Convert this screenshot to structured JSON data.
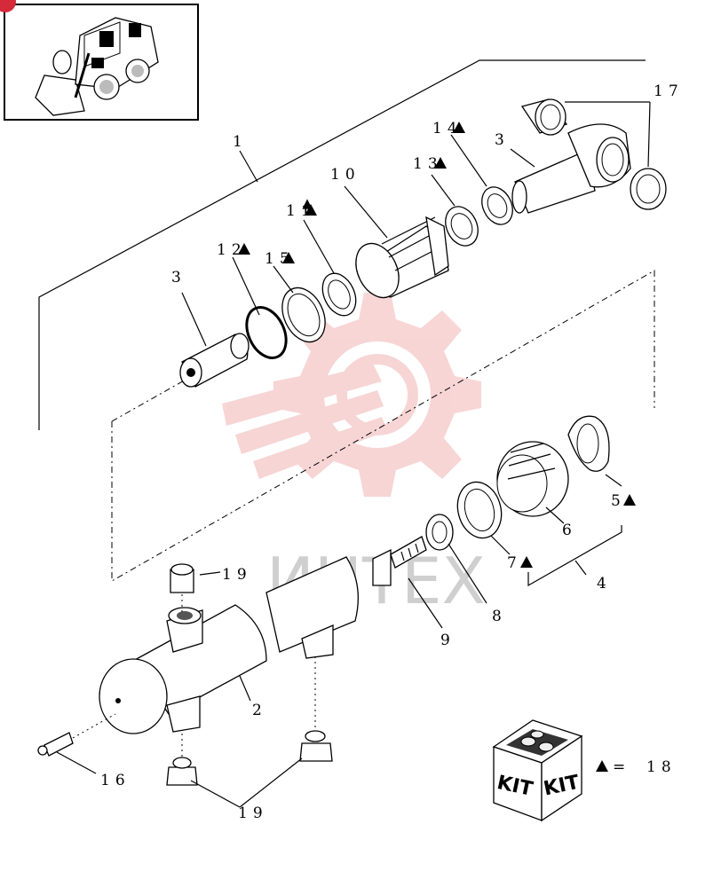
{
  "labels": {
    "l1": "1",
    "l2": "2",
    "l3a": "3",
    "l3b": "3",
    "l4": "4",
    "l5": "5",
    "l6": "6",
    "l7": "7",
    "l8": "8",
    "l9": "9",
    "l10": "10",
    "l11": "11",
    "l12": "12",
    "l13": "13",
    "l14": "14",
    "l15": "15",
    "l16": "16",
    "l17": "17",
    "l18": "18",
    "l19a": "19",
    "l19b": "19"
  },
  "kit": {
    "word_left": "KIT",
    "word_right": "KIT",
    "equals": "="
  },
  "watermark": {
    "text": "ИНТЕХ"
  },
  "colors": {
    "watermark_red": "#f2b4b4",
    "badge_red": "#d42a3a"
  },
  "icons": {
    "kit_marker": "triangle-icon",
    "thumbnail": "skid-steer-loader-icon"
  }
}
